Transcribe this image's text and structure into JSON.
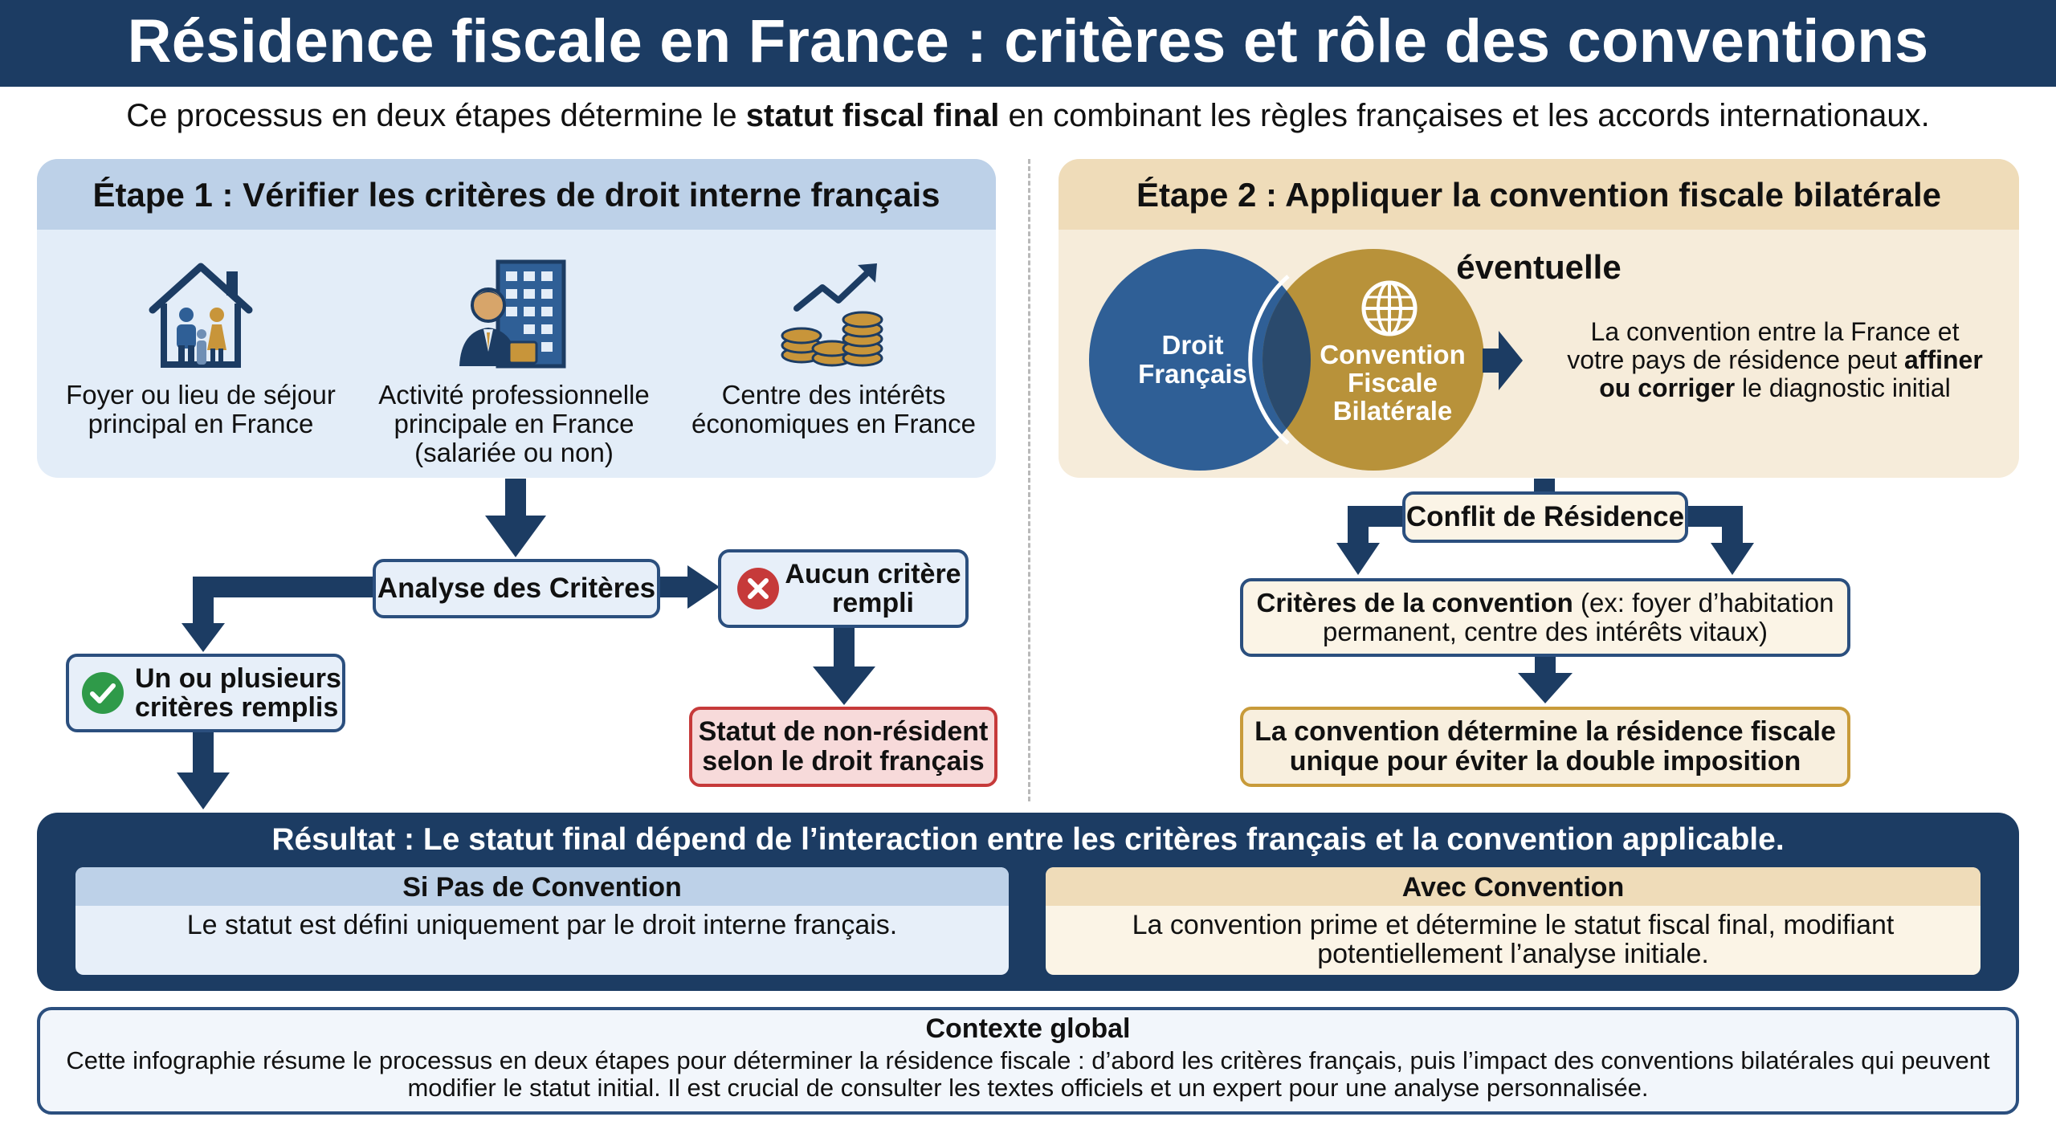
{
  "header": {
    "title": "Résidence fiscale en France : critères et rôle des conventions",
    "subtitle_pre": "Ce processus en deux étapes détermine le ",
    "subtitle_bold": "statut fiscal final",
    "subtitle_post": " en combinant les règles françaises et les accords internationaux."
  },
  "step1": {
    "title": "Étape 1 : Vérifier les critères de droit interne français",
    "criteria": [
      {
        "icon": "house-family-icon",
        "line1": "Foyer ou lieu de séjour",
        "line2": "principal en France",
        "line3": ""
      },
      {
        "icon": "worker-building-icon",
        "line1": "Activité professionnelle",
        "line2": "principale en France",
        "line3": "(salariée ou non)"
      },
      {
        "icon": "coins-growth-icon",
        "line1": "Centre des intérêts",
        "line2": "économiques en France",
        "line3": ""
      }
    ],
    "analysis": "Analyse des Critères",
    "none_line1": "Aucun critère",
    "none_line2": "rempli",
    "some_line1": "Un ou plusieurs",
    "some_line2": "critères remplis",
    "nonresident_line1": "Statut de non-résident",
    "nonresident_line2": "selon le droit français"
  },
  "step2": {
    "title": "Étape 2 : Appliquer la convention fiscale bilatérale éventuelle",
    "circle_left_line1": "Droit",
    "circle_left_line2": "Français",
    "circle_right_line1": "Convention",
    "circle_right_line2": "Fiscale",
    "circle_right_line3": "Bilatérale",
    "explain_line1": "La convention entre la France et",
    "explain_line2_pre": "votre pays de résidence peut ",
    "explain_line2_bold": "affiner",
    "explain_line3_bold": "ou corriger",
    "explain_line3_post": " le diagnostic initial",
    "conflict": "Conflit de Résidence",
    "criteria_bold": "Critères de la convention",
    "criteria_rest1": " (ex: foyer d’habitation",
    "criteria_line2": "permanent, centre des intérêts vitaux)",
    "determine_line1": "La convention détermine la résidence fiscale",
    "determine_line2": "unique pour éviter la double imposition"
  },
  "result": {
    "title": "Résultat : Le statut final dépend de l’interaction entre les critères français et la convention applicable.",
    "no_convention_title": "Si Pas de Convention",
    "no_convention_text": "Le statut est défini uniquement par le droit interne français.",
    "with_convention_title": "Avec Convention",
    "with_convention_line1": "La convention prime et détermine le statut fiscal final, modifiant",
    "with_convention_line2": "potentiellement l’analyse initiale."
  },
  "context": {
    "title": "Contexte global",
    "line1": "Cette infographie résume le processus en deux étapes pour déterminer la résidence fiscale : d’abord les critères français, puis l’impact des conventions bilatérales qui peuvent",
    "line2": "modifier le statut initial. Il est crucial de consulter les textes officiels et un expert pour une analyse personnalisée."
  },
  "colors": {
    "navy": "#1c3c63",
    "panel_blue": "#e3edf8",
    "panel_tan": "#f6ecda",
    "circle_blue": "#2f5f96",
    "circle_gold": "#b8923a",
    "red": "#c63a3a",
    "green": "#2f9a49"
  }
}
